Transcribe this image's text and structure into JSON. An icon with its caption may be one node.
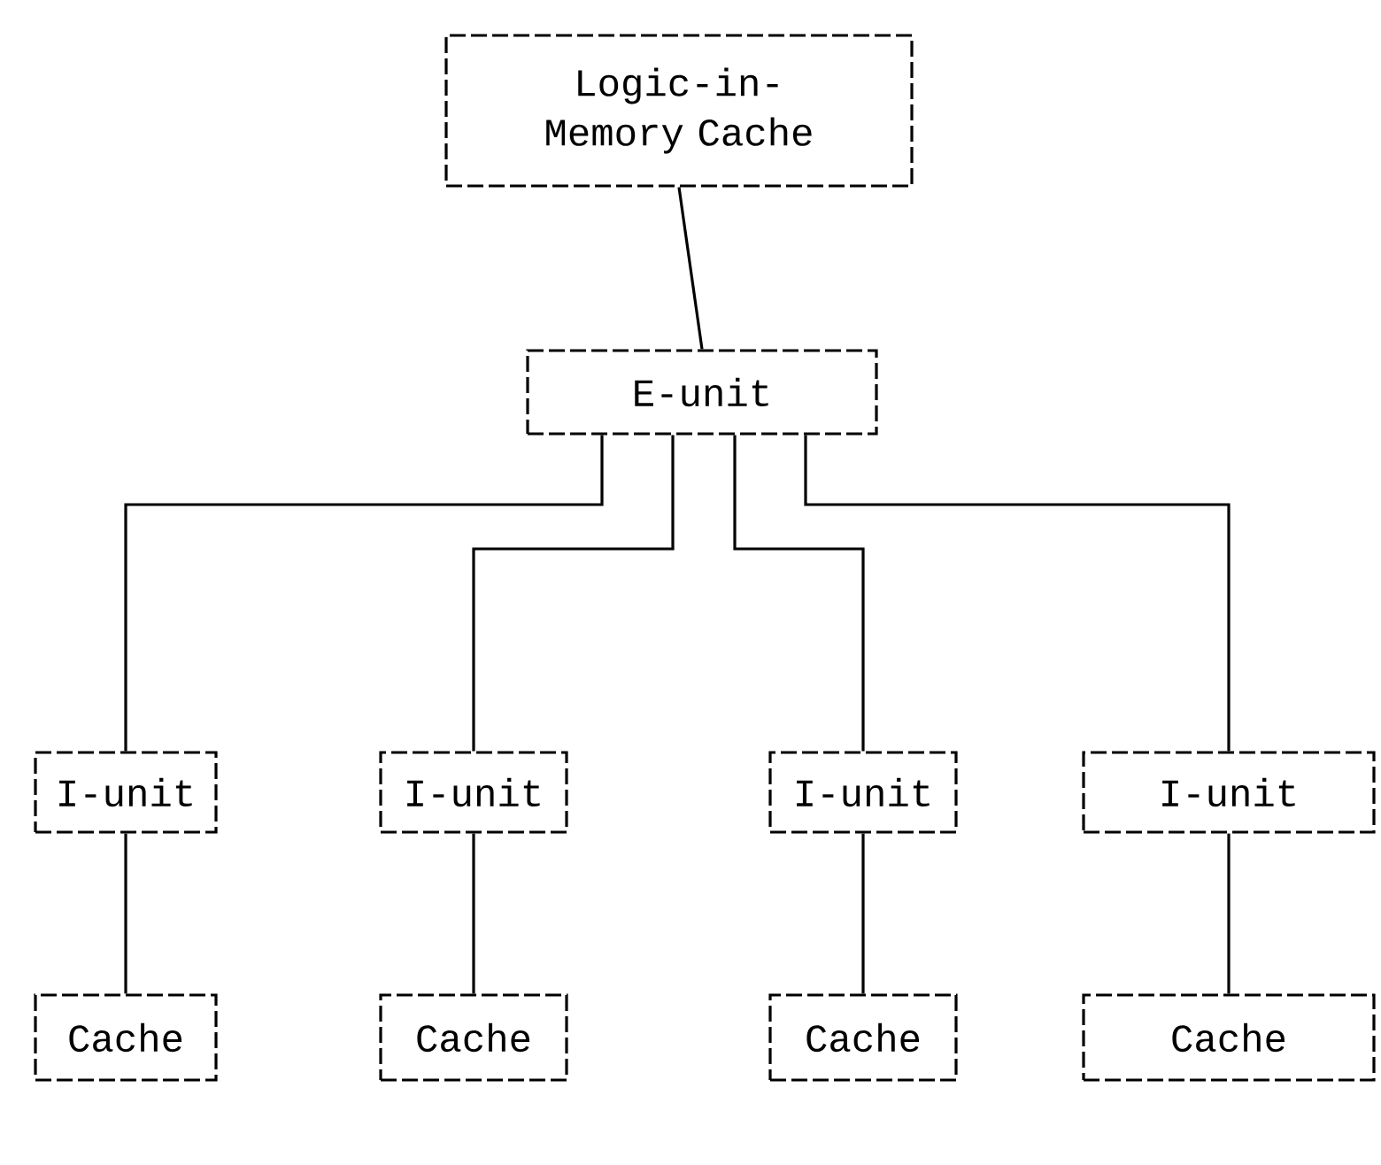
{
  "diagram": {
    "nodes": [
      {
        "text": [
          "Logic-in-Memory Cache"
        ]
      },
      {
        "text": [
          "E-unit"
        ]
      },
      {
        "text": [
          "I-unit"
        ]
      },
      {
        "text": [
          "I-unit"
        ]
      },
      {
        "text": [
          "I-unit"
        ]
      },
      {
        "text": [
          "I-unit"
        ]
      },
      {
        "text": [
          "Cache"
        ]
      },
      {
        "text": [
          "Cache"
        ]
      },
      {
        "text": [
          "Cache"
        ]
      },
      {
        "text": [
          "Cache"
        ]
      }
    ],
    "edges": [
      {
        "from": 0,
        "to": 1,
        "arrow": "none"
      },
      {
        "from": 1,
        "to": 2,
        "arrow": "none"
      },
      {
        "from": 1,
        "to": 3,
        "arrow": "none"
      },
      {
        "from": 1,
        "to": 4,
        "arrow": "none"
      },
      {
        "from": 1,
        "to": 5,
        "arrow": "none"
      },
      {
        "from": 2,
        "to": 6,
        "arrow": "none"
      },
      {
        "from": 3,
        "to": 7,
        "arrow": "none"
      },
      {
        "from": 4,
        "to": 8,
        "arrow": "none"
      },
      {
        "from": 5,
        "to": 9,
        "arrow": "none"
      }
    ]
  }
}
